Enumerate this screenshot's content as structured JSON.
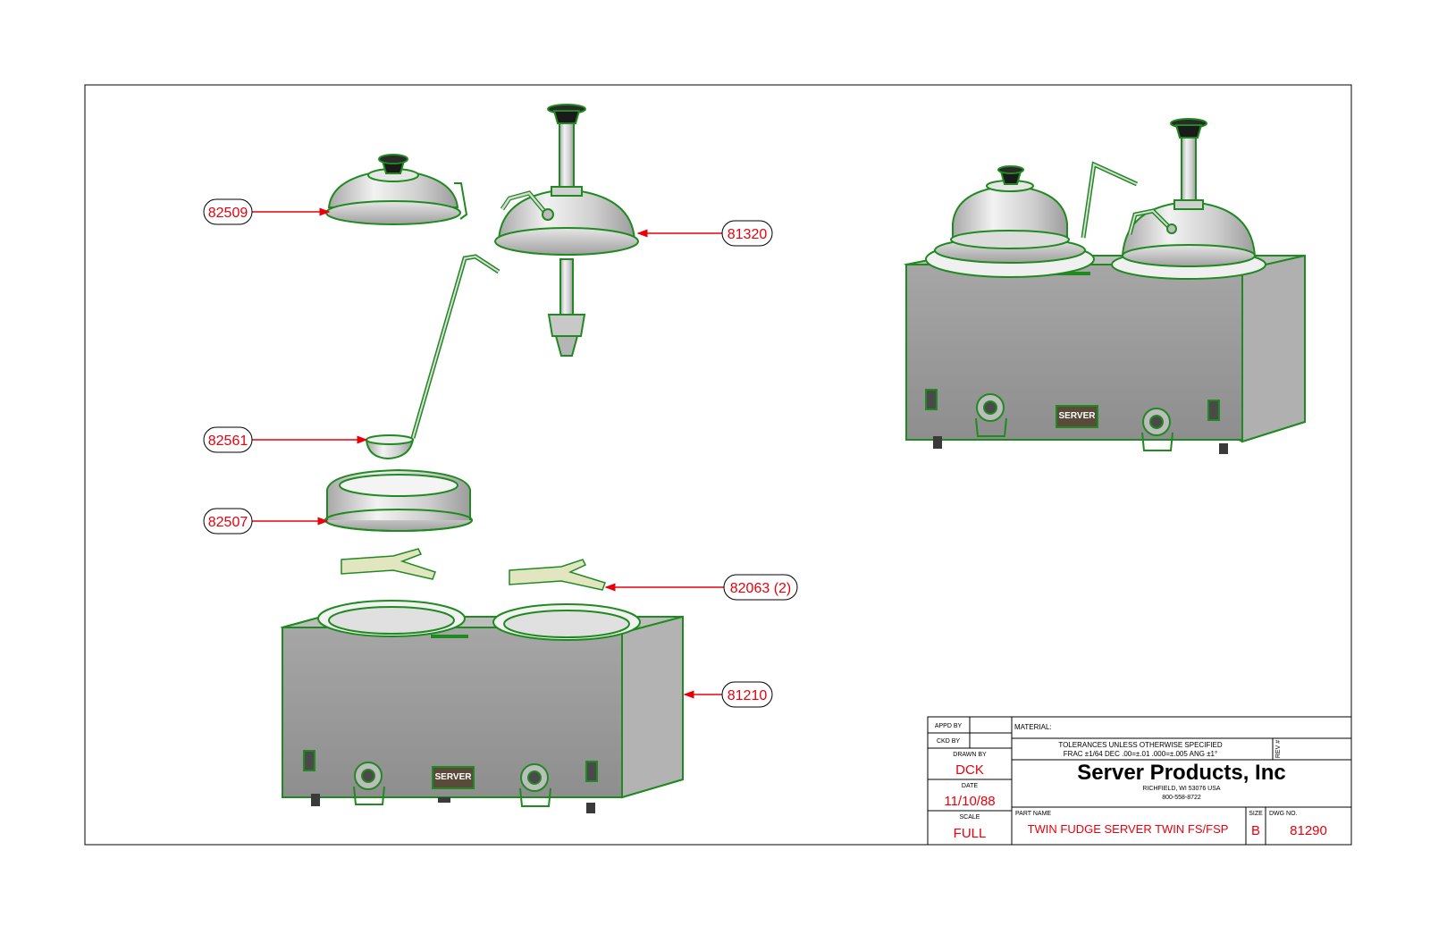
{
  "callouts": [
    {
      "label": "82509"
    },
    {
      "label": "81320"
    },
    {
      "label": "82561"
    },
    {
      "label": "82507"
    },
    {
      "label": "82063 (2)"
    },
    {
      "label": "81210"
    }
  ],
  "brand_plate": "SERVER",
  "title_block": {
    "appd_by_label": "APPD BY",
    "ckd_by_label": "CKD BY",
    "drawn_by_label": "DRAWN BY",
    "drawn_by": "DCK",
    "date_label": "DATE",
    "date": "11/10/88",
    "scale_label": "SCALE",
    "scale": "FULL",
    "material_label": "MATERIAL:",
    "tolerances_line1": "TOLERANCES UNLESS OTHERWISE SPECIFIED",
    "tolerances_line2": "FRAC ±1/64 DEC .00=±.01 .000=±.005 ANG ±1°",
    "rev_label": "REV #",
    "company": "Server Products, Inc",
    "address": "RICHFIELD, WI 53076 USA",
    "phone": "800-558-8722",
    "part_name_label": "PART NAME",
    "part_name": "TWIN FUDGE SERVER TWIN FS/FSP",
    "size_label": "SIZE",
    "size": "B",
    "dwg_no_label": "DWG NO.",
    "dwg_no": "81290"
  },
  "colors": {
    "outline_green": "#1f8a1f",
    "callout_red": "#e8000b",
    "body_grey": "#9a9a9a",
    "steel_light": "#d9d9d9",
    "bracket_tan": "#e2e6c0"
  }
}
